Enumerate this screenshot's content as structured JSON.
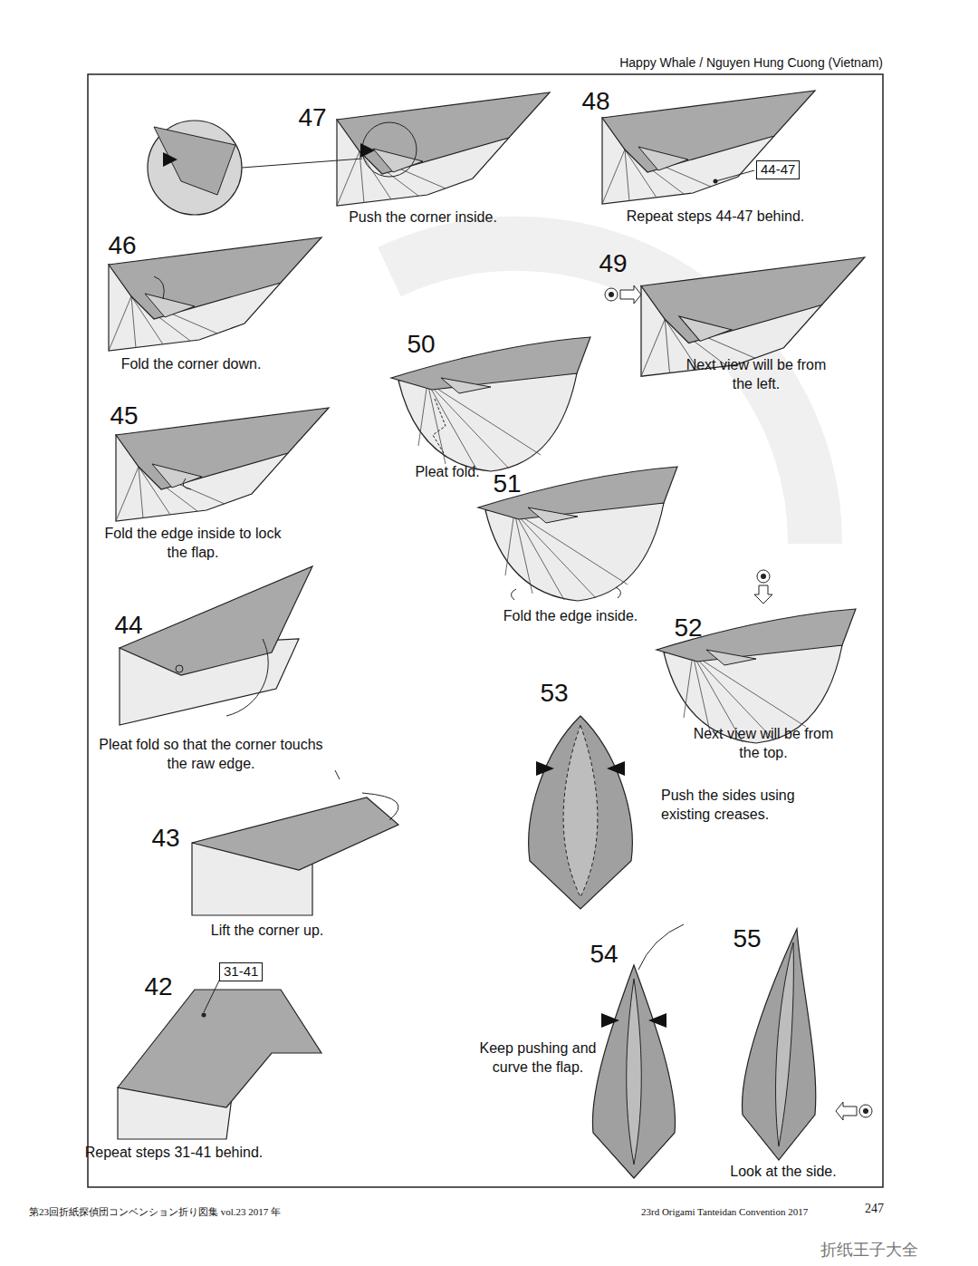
{
  "diagram": {
    "title": "Happy Whale / Nguyen Hung Cuong (Vietnam)",
    "nodes": [
      {
        "text": [
          "44-47"
        ]
      },
      {
        "text": [
          "31-41"
        ]
      }
    ],
    "labels": [
      "47",
      "Push the corner inside.",
      "48",
      "Repeat steps 44-47 behind.",
      "46",
      "Fold the corner down.",
      "49",
      "Next view will be from the left.",
      "50",
      "Pleat fold.",
      "45",
      "Fold the edge inside to lock the flap.",
      "51",
      "Fold the edge inside.",
      "52",
      "Next view will be from the top.",
      "53",
      "Push the sides using existing creases.",
      "44",
      "Pleat fold so that the corner touchs the raw edge.",
      "43",
      "Lift the corner up.",
      "42",
      "Repeat steps 31-41 behind.",
      "54",
      "Keep pushing and curve the flap.",
      "55",
      "Look at the side.",
      "第23回折紙探偵団コンベンション折り図集 vol.23 2017 年",
      "23rd Origami Tanteidan Convention 2017",
      "247",
      "折纸王子大全"
    ]
  }
}
